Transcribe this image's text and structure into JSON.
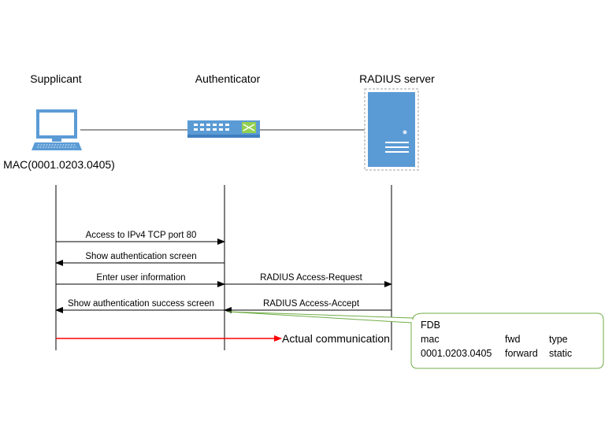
{
  "nodes": {
    "supplicant": {
      "label": "Supplicant",
      "mac": "MAC(0001.0203.0405)",
      "icon": "computer-icon"
    },
    "authenticator": {
      "label": "Authenticator",
      "icon": "switch-icon"
    },
    "radius": {
      "label": "RADIUS server",
      "icon": "server-icon"
    }
  },
  "messages": {
    "m1": "Access to IPv4 TCP port 80",
    "m2": "Show authentication screen",
    "m3": "Enter user information",
    "m4": "RADIUS Access-Request",
    "m5": "Show authentication success screen",
    "m6": "RADIUS Access-Accept",
    "m7": "Actual communication"
  },
  "fdb": {
    "title": "FDB",
    "headers": [
      "mac",
      "fwd",
      "type"
    ],
    "row": [
      "0001.0203.0405",
      "forward",
      "static"
    ]
  },
  "colors": {
    "device_blue": "#5b9bd5",
    "actual_communication": "#ff0000",
    "callout_border": "#70ad47"
  }
}
